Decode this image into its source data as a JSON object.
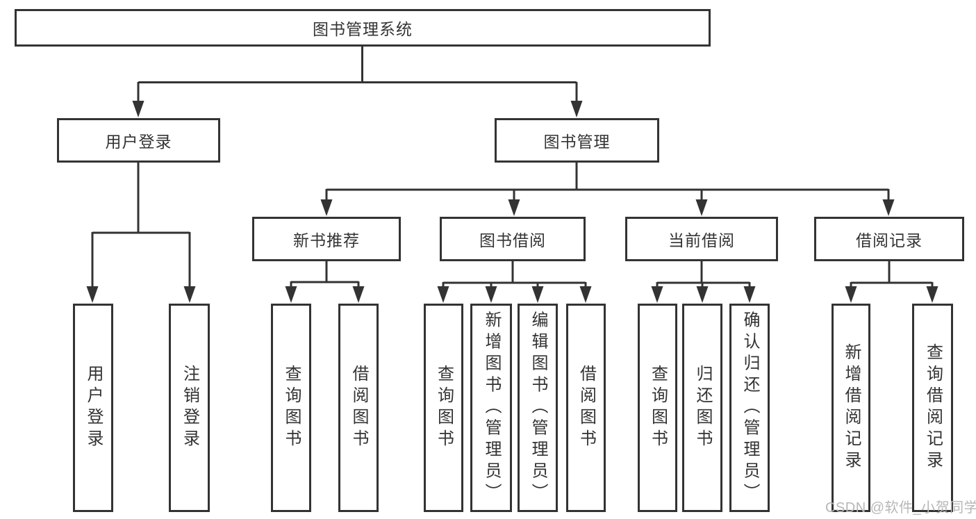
{
  "diagram": {
    "type": "tree",
    "tree": {
      "label": "图书管理系统",
      "children": [
        {
          "label": "用户登录",
          "children": [
            {
              "label": "用户登录"
            },
            {
              "label": "注销登录"
            }
          ]
        },
        {
          "label": "图书管理",
          "children": [
            {
              "label": "新书推荐",
              "children": [
                {
                  "label": "查询图书"
                },
                {
                  "label": "借阅图书"
                }
              ]
            },
            {
              "label": "图书借阅",
              "children": [
                {
                  "label": "查询图书"
                },
                {
                  "label": "新增图书（管理员）"
                },
                {
                  "label": "编辑图书（管理员）"
                },
                {
                  "label": "借阅图书"
                }
              ]
            },
            {
              "label": "当前借阅",
              "children": [
                {
                  "label": "查询图书"
                },
                {
                  "label": "归还图书"
                },
                {
                  "label": "确认归还（管理员）"
                }
              ]
            },
            {
              "label": "借阅记录",
              "children": [
                {
                  "label": "新增借阅记录"
                },
                {
                  "label": "查询借阅记录"
                }
              ]
            }
          ]
        }
      ]
    },
    "colors": {
      "line": "#333333",
      "text": "#333333",
      "box_background": "#ffffff",
      "page_background": "#ffffff",
      "watermark": "#b7b7b7"
    }
  },
  "watermark": {
    "text": "CSDN @软件_小贺同学"
  }
}
